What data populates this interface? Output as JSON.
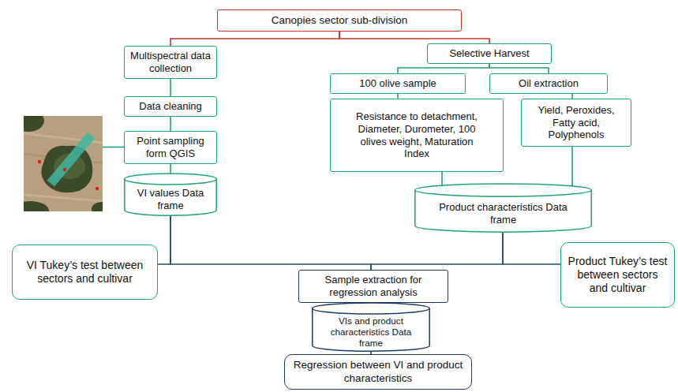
{
  "diagram": {
    "nodes": [
      {
        "text": [
          "Canopies sector sub-division"
        ]
      },
      {
        "text": [
          "Multispectral data collection"
        ]
      },
      {
        "text": [
          "Selective Harvest"
        ]
      },
      {
        "text": [
          "100 olive sample"
        ]
      },
      {
        "text": [
          "Oil extraction"
        ]
      },
      {
        "text": [
          "Data cleaning"
        ]
      },
      {
        "text": [
          "Resistance to detachment, Diameter, Durometer, 100 olives weight, Maturation Index"
        ]
      },
      {
        "text": [
          "Yield, Peroxides, Fatty acid, Polyphenols"
        ]
      },
      {
        "text": [
          "Point sampling form QGIS"
        ]
      },
      {
        "text": [
          "VI values Data frame"
        ]
      },
      {
        "text": [
          "Product characteristics Data frame"
        ]
      },
      {
        "text": [
          "VI Tukey’s test between sectors and cultivar"
        ]
      },
      {
        "text": [
          "Product Tukey’s test between sectors and cultivar"
        ]
      },
      {
        "text": [
          "Sample extraction for regression analysis"
        ]
      },
      {
        "text": [
          "VIs and product characteristics Data frame"
        ]
      },
      {
        "text": [
          "Regression between VI and product characteristics"
        ]
      }
    ],
    "edges": [
      {
        "from": 0,
        "to": 1,
        "arrow": "none"
      },
      {
        "from": 0,
        "to": 2,
        "arrow": "none"
      },
      {
        "from": 1,
        "to": 5,
        "arrow": "none"
      },
      {
        "from": 5,
        "to": 8,
        "arrow": "none"
      },
      {
        "from": 8,
        "to": 9,
        "arrow": "none"
      },
      {
        "from": 2,
        "to": 3,
        "arrow": "none"
      },
      {
        "from": 2,
        "to": 4,
        "arrow": "none"
      },
      {
        "from": 3,
        "to": 6,
        "arrow": "none"
      },
      {
        "from": 4,
        "to": 7,
        "arrow": "none"
      },
      {
        "from": 6,
        "to": 10,
        "arrow": "none"
      },
      {
        "from": 7,
        "to": 10,
        "arrow": "none"
      },
      {
        "from": 9,
        "to": 11,
        "arrow": "none"
      },
      {
        "from": 9,
        "to": 13,
        "arrow": "none"
      },
      {
        "from": 10,
        "to": 13,
        "arrow": "none"
      },
      {
        "from": 10,
        "to": 12,
        "arrow": "none"
      },
      {
        "from": 13,
        "to": 14,
        "arrow": "none"
      },
      {
        "from": 14,
        "to": 15,
        "arrow": "none"
      }
    ]
  }
}
